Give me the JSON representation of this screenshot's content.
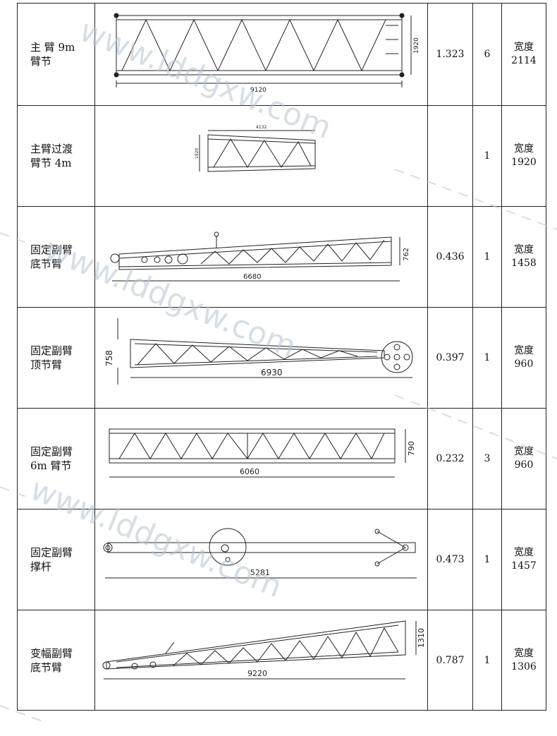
{
  "watermark": "www.lddgxw.com",
  "rows": [
    {
      "name_line1": "主 臂  9m",
      "name_line2": "臂节",
      "dims": [
        "9120",
        "1920"
      ],
      "weight": "1.323",
      "qty": "6",
      "width_label": "宽度",
      "width": "2114"
    },
    {
      "name_line1": "主臂过渡",
      "name_line2": "臂节 4m",
      "dims": [
        "4132",
        "1920"
      ],
      "weight": "",
      "qty": "1",
      "width_label": "宽度",
      "width": "1920"
    },
    {
      "name_line1": "固定副臂",
      "name_line2": "底节臂",
      "dims": [
        "6680",
        "762"
      ],
      "weight": "0.436",
      "qty": "1",
      "width_label": "宽度",
      "width": "1458"
    },
    {
      "name_line1": "固定副臂",
      "name_line2": "顶节臂",
      "dims": [
        "6930",
        "758"
      ],
      "weight": "0.397",
      "qty": "1",
      "width_label": "宽度",
      "width": "960"
    },
    {
      "name_line1": "固定副臂",
      "name_line2": "6m 臂节",
      "dims": [
        "6060",
        "790"
      ],
      "weight": "0.232",
      "qty": "3",
      "width_label": "宽度",
      "width": "960"
    },
    {
      "name_line1": "固定副臂",
      "name_line2": "撑杆",
      "dims": [
        "5281"
      ],
      "weight": "0.473",
      "qty": "1",
      "width_label": "宽度",
      "width": "1457"
    },
    {
      "name_line1": "变幅副臂",
      "name_line2": "底节臂",
      "dims": [
        "9220",
        "1310"
      ],
      "weight": "0.787",
      "qty": "1",
      "width_label": "宽度",
      "width": "1306"
    }
  ]
}
